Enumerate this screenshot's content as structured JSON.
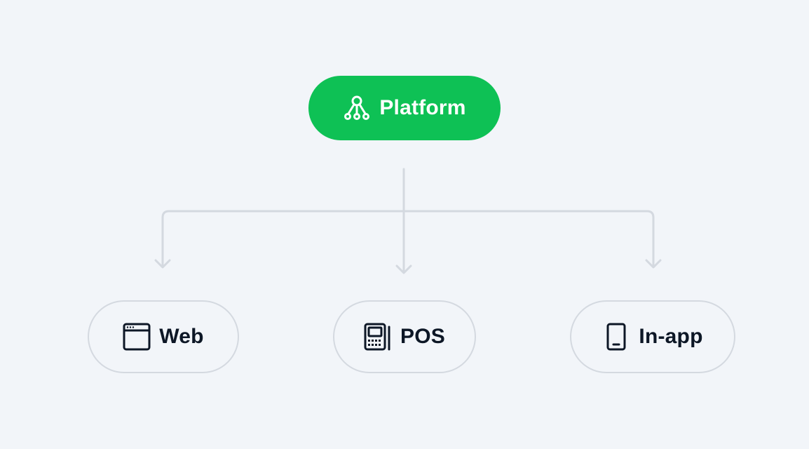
{
  "diagram": {
    "root": {
      "label": "Platform",
      "icon": "branch-network-icon",
      "color": "#0ec155"
    },
    "children": [
      {
        "label": "Web",
        "icon": "browser-window-icon"
      },
      {
        "label": "POS",
        "icon": "pos-terminal-icon"
      },
      {
        "label": "In-app",
        "icon": "smartphone-icon"
      }
    ],
    "colors": {
      "background": "#f2f5f9",
      "connector": "#d4d9e0",
      "node_border": "#d4d9e0",
      "text_dark": "#0d1726",
      "text_light": "#ffffff"
    }
  }
}
